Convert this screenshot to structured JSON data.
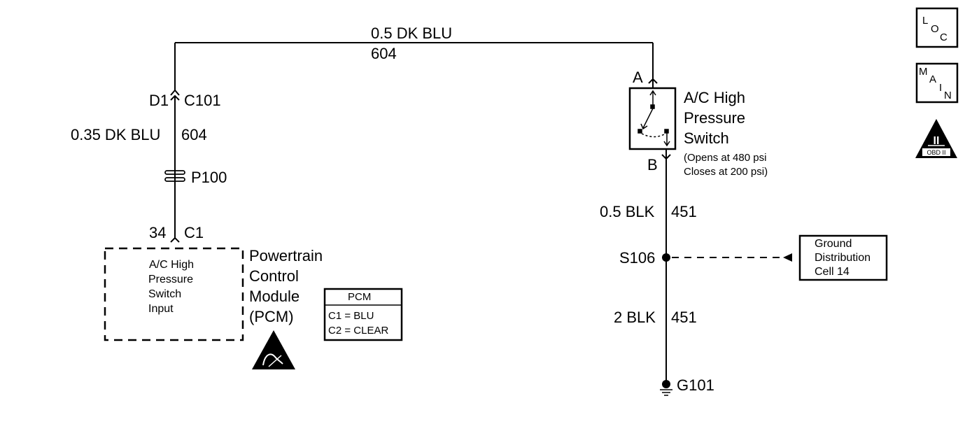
{
  "top_wire": {
    "gauge_color": "0.5 DK BLU",
    "circuit": "604"
  },
  "left_branch": {
    "conn_pin": "D1",
    "conn_id": "C101",
    "wire_gauge_color": "0.35 DK BLU",
    "wire_circuit": "604",
    "passthrough": "P100",
    "pcm_pin": "34",
    "pcm_conn": "C1"
  },
  "pcm": {
    "module_lines": [
      "Powertrain",
      "Control",
      "Module",
      "(PCM)"
    ],
    "input_lines": [
      "A/C High",
      "Pressure",
      "Switch",
      "Input"
    ],
    "legend": {
      "header": "PCM",
      "rows": [
        "C1 = BLU",
        "C2 = CLEAR"
      ]
    }
  },
  "switch": {
    "terminal_a": "A",
    "terminal_b": "B",
    "name_lines": [
      "A/C High",
      "Pressure",
      "Switch"
    ],
    "spec_lines": [
      "(Opens at 480 psi",
      "Closes at 200 psi)"
    ]
  },
  "right_branch": {
    "wire1_gauge_color": "0.5 BLK",
    "wire1_circuit": "451",
    "splice": "S106",
    "wire2_gauge_color": "2 BLK",
    "wire2_circuit": "451",
    "ground": "G101"
  },
  "ground_ref": {
    "lines": [
      "Ground",
      "Distribution",
      "Cell 14"
    ]
  },
  "icons": {
    "loc": [
      "L",
      "O",
      "C"
    ],
    "main": [
      "M",
      "A",
      "I",
      "N"
    ],
    "obd": {
      "numeral": "II",
      "label": "OBD II"
    },
    "esd": "esd-warning-icon"
  }
}
